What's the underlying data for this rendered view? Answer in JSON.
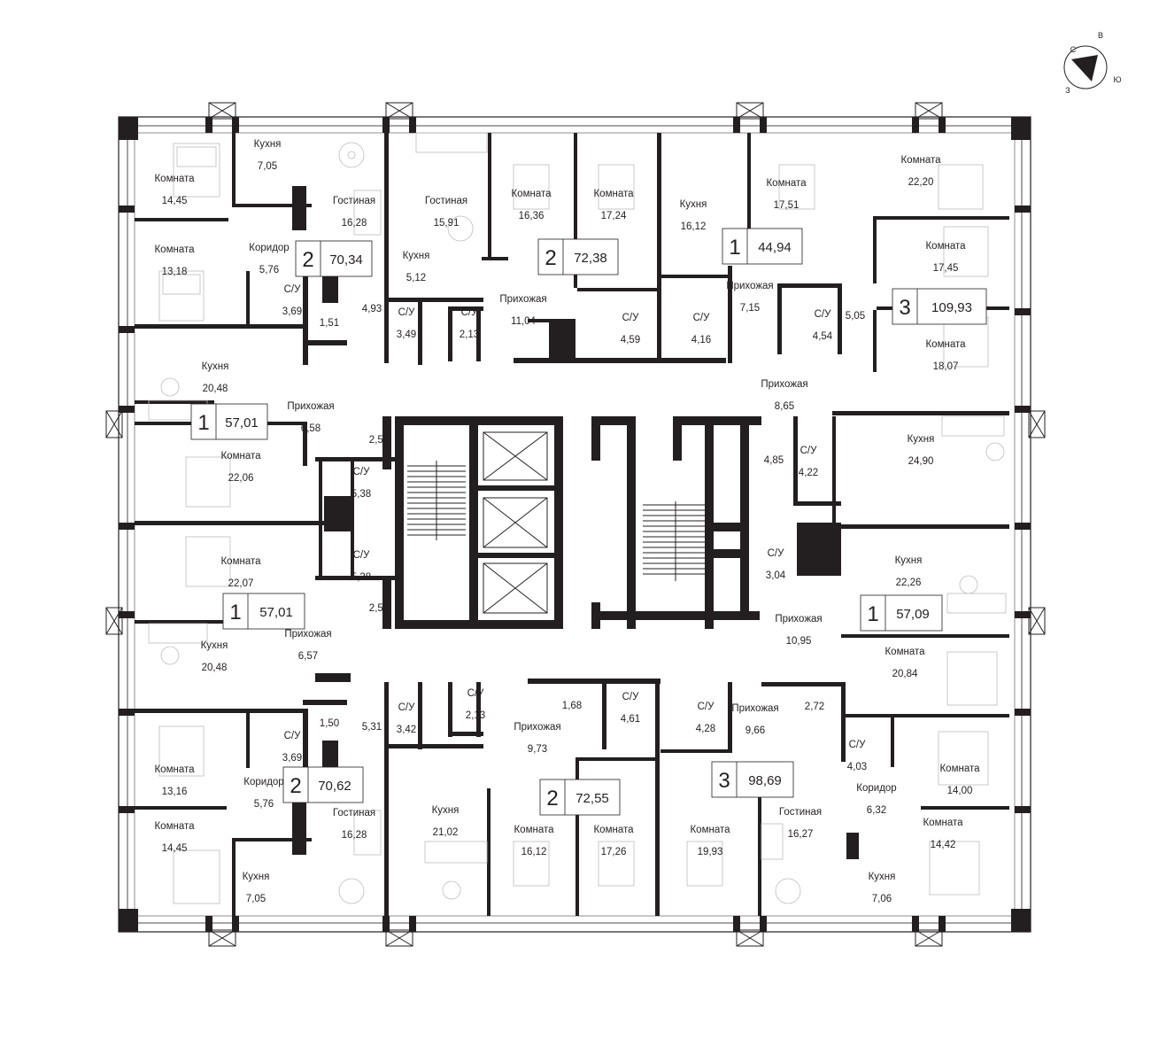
{
  "compass": {
    "letters": [
      "С",
      "В",
      "Ю",
      "З"
    ]
  },
  "apartments": [
    {
      "rooms": "2",
      "area": "70,34"
    },
    {
      "rooms": "2",
      "area": "72,38"
    },
    {
      "rooms": "1",
      "area": "44,94"
    },
    {
      "rooms": "3",
      "area": "109,93"
    },
    {
      "rooms": "1",
      "area": "57,01"
    },
    {
      "rooms": "1",
      "area": "57,01"
    },
    {
      "rooms": "1",
      "area": "57,09"
    },
    {
      "rooms": "2",
      "area": "70,62"
    },
    {
      "rooms": "2",
      "area": "72,55"
    },
    {
      "rooms": "3",
      "area": "98,69"
    }
  ],
  "rooms": [
    {
      "name": "Комната",
      "area": "14,45"
    },
    {
      "name": "Кухня",
      "area": "7,05"
    },
    {
      "name": "Гостиная",
      "area": "16,28"
    },
    {
      "name": "Комната",
      "area": "13,18"
    },
    {
      "name": "Коридор",
      "area": "5,76"
    },
    {
      "name": "С/У",
      "area": "3,69"
    },
    {
      "name": "",
      "area": "1,51"
    },
    {
      "name": "",
      "area": "4,93"
    },
    {
      "name": "Гостиная",
      "area": "15,91"
    },
    {
      "name": "Кухня",
      "area": "5,12"
    },
    {
      "name": "С/У",
      "area": "3,49"
    },
    {
      "name": "С/У",
      "area": "2,13"
    },
    {
      "name": "Комната",
      "area": "16,36"
    },
    {
      "name": "Комната",
      "area": "17,24"
    },
    {
      "name": "Прихожая",
      "area": "11,04"
    },
    {
      "name": "С/У",
      "area": "4,59"
    },
    {
      "name": "Кухня",
      "area": "16,12"
    },
    {
      "name": "Комната",
      "area": "17,51"
    },
    {
      "name": "Прихожая",
      "area": "7,15"
    },
    {
      "name": "С/У",
      "area": "4,16"
    },
    {
      "name": "Комната",
      "area": "22,20"
    },
    {
      "name": "Комната",
      "area": "17,45"
    },
    {
      "name": "С/У",
      "area": "4,54"
    },
    {
      "name": "",
      "area": "5,05"
    },
    {
      "name": "Комната",
      "area": "18,07"
    },
    {
      "name": "Кухня",
      "area": "20,48"
    },
    {
      "name": "Прихожая",
      "area": "6,58"
    },
    {
      "name": "",
      "area": "2,51"
    },
    {
      "name": "Комната",
      "area": "22,06"
    },
    {
      "name": "С/У",
      "area": "5,38"
    },
    {
      "name": "Прихожая",
      "area": "8,65"
    },
    {
      "name": "С/У",
      "area": "4,22"
    },
    {
      "name": "",
      "area": "4,85"
    },
    {
      "name": "Кухня",
      "area": "24,90"
    },
    {
      "name": "Комната",
      "area": "22,07"
    },
    {
      "name": "С/У",
      "area": "5,38"
    },
    {
      "name": "",
      "area": "2,51"
    },
    {
      "name": "С/У",
      "area": "3,04"
    },
    {
      "name": "Кухня",
      "area": "22,26"
    },
    {
      "name": "Прихожая",
      "area": "10,95"
    },
    {
      "name": "Кухня",
      "area": "20,48"
    },
    {
      "name": "Прихожая",
      "area": "6,57"
    },
    {
      "name": "Комната",
      "area": "20,84"
    },
    {
      "name": "С/У",
      "area": "3,42"
    },
    {
      "name": "С/У",
      "area": "2,13"
    },
    {
      "name": "",
      "area": "1,68"
    },
    {
      "name": "С/У",
      "area": "4,61"
    },
    {
      "name": "С/У",
      "area": "4,28"
    },
    {
      "name": "Прихожая",
      "area": "9,66"
    },
    {
      "name": "",
      "area": "2,72"
    },
    {
      "name": "",
      "area": "1,50"
    },
    {
      "name": "",
      "area": "5,31"
    },
    {
      "name": "Прихожая",
      "area": "9,73"
    },
    {
      "name": "С/У",
      "area": "3,69"
    },
    {
      "name": "С/У",
      "area": "4,03"
    },
    {
      "name": "Комната",
      "area": "13,16"
    },
    {
      "name": "Коридор",
      "area": "5,76"
    },
    {
      "name": "Комната",
      "area": "14,00"
    },
    {
      "name": "Кухня",
      "area": "21,02"
    },
    {
      "name": "Коридор",
      "area": "6,32"
    },
    {
      "name": "Комната",
      "area": "14,45"
    },
    {
      "name": "Гостиная",
      "area": "16,28"
    },
    {
      "name": "Комната",
      "area": "16,12"
    },
    {
      "name": "Комната",
      "area": "17,26"
    },
    {
      "name": "Комната",
      "area": "19,93"
    },
    {
      "name": "Гостиная",
      "area": "16,27"
    },
    {
      "name": "Комната",
      "area": "14,42"
    },
    {
      "name": "Кухня",
      "area": "7,05"
    },
    {
      "name": "Кухня",
      "area": "7,06"
    }
  ]
}
